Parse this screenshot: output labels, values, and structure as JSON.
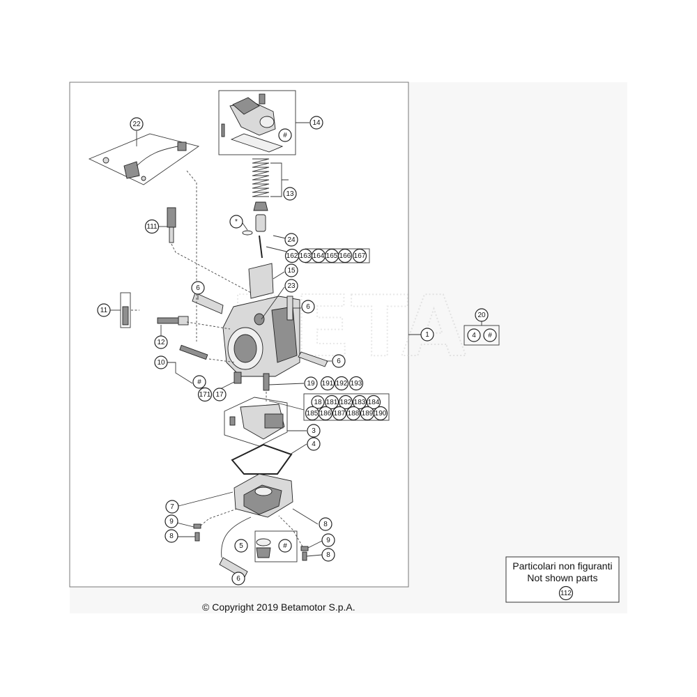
{
  "copyright": "© Copyright 2019 Betamotor S.p.A.",
  "not_shown": {
    "title": "Particolari non figuranti",
    "subtitle": "Not shown parts",
    "part": "112"
  },
  "callouts": {
    "c1": "1",
    "c3": "3",
    "c4": "4",
    "c5": "5",
    "c5b": "#",
    "c6a": "6",
    "c6b": "6",
    "c6c": "6",
    "c6d": "6",
    "c7": "7",
    "c8a": "8",
    "c8b": "8",
    "c8c": "8",
    "c9a": "9",
    "c9b": "9",
    "c10": "10",
    "c10b": "#",
    "c11": "11",
    "c12": "12",
    "c13": "13",
    "c14": "14",
    "c14b": "#",
    "c15": "15",
    "c17": "17",
    "c171": "171",
    "c19": "19",
    "c191": "191",
    "c192": "192",
    "c193": "193",
    "c20": "20",
    "c20a": "4",
    "c20b": "#",
    "c22": "22",
    "c23": "23",
    "c24": "24",
    "c111": "111",
    "cstar": "*",
    "c162": "162",
    "c163": "163",
    "c164": "164",
    "c165": "165",
    "c166": "166",
    "c167": "167",
    "c18": "18",
    "c181": "181",
    "c182": "182",
    "c183": "183",
    "c184": "184",
    "c185": "185",
    "c186": "186",
    "c187": "187",
    "c188": "188",
    "c189": "189",
    "c190": "190"
  }
}
